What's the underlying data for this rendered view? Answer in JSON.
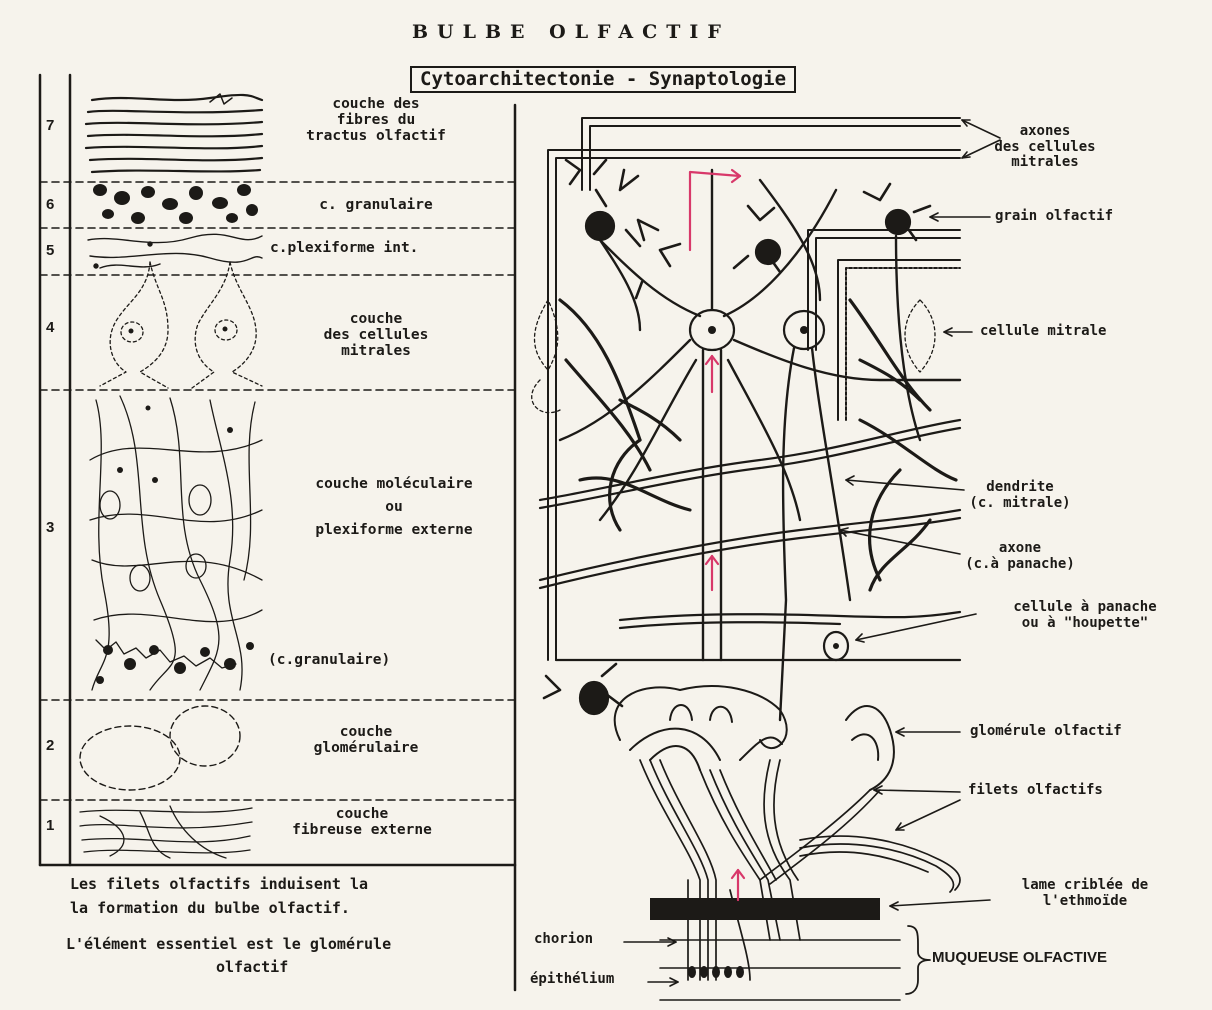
{
  "title": "BULBE OLFACTIF",
  "subtitle": "Cytoarchitectonie - Synaptologie",
  "layers": [
    {
      "number": "7",
      "lines": [
        "couche des",
        "fibres du",
        "tractus olfactif"
      ]
    },
    {
      "number": "6",
      "lines": [
        "c. granulaire"
      ]
    },
    {
      "number": "5",
      "lines": [
        "c.plexiforme int."
      ]
    },
    {
      "number": "4",
      "lines": [
        "couche",
        "des cellules",
        "mitrales"
      ]
    },
    {
      "number": "3",
      "lines": [
        "couche moléculaire",
        "ou",
        "plexiforme externe"
      ],
      "extra": "(c.granulaire)"
    },
    {
      "number": "2",
      "lines": [
        "couche",
        "glomérulaire"
      ]
    },
    {
      "number": "1",
      "lines": [
        "couche",
        "fibreuse externe"
      ]
    }
  ],
  "notes": {
    "line1": "Les filets olfactifs induisent la",
    "line2": "la formation du bulbe olfactif.",
    "line3": "L'élément essentiel est le glomérule",
    "line4": "olfactif"
  },
  "labels": {
    "axones_1": "axones",
    "axones_2": "des cellules",
    "axones_3": "mitrales",
    "grain": "grain olfactif",
    "mitrale": "cellule mitrale",
    "dendrite_1": "dendrite",
    "dendrite_2": "(c. mitrale)",
    "axone_1": "axone",
    "axone_2": "(c.à panache)",
    "panache_1": "cellule à panache",
    "panache_2": "ou à \"houpette\"",
    "glomerule": "glomérule olfactif",
    "filets": "filets olfactifs",
    "lame_1": "lame criblée de",
    "lame_2": "l'ethmoïde",
    "chorion": "chorion",
    "epithelium": "épithélium",
    "muqueuse": "MUQUEUSE OLFACTIVE"
  },
  "colors": {
    "ink": "#1c1a17",
    "paper": "#f6f3ec",
    "highlight": "#d8386a"
  }
}
